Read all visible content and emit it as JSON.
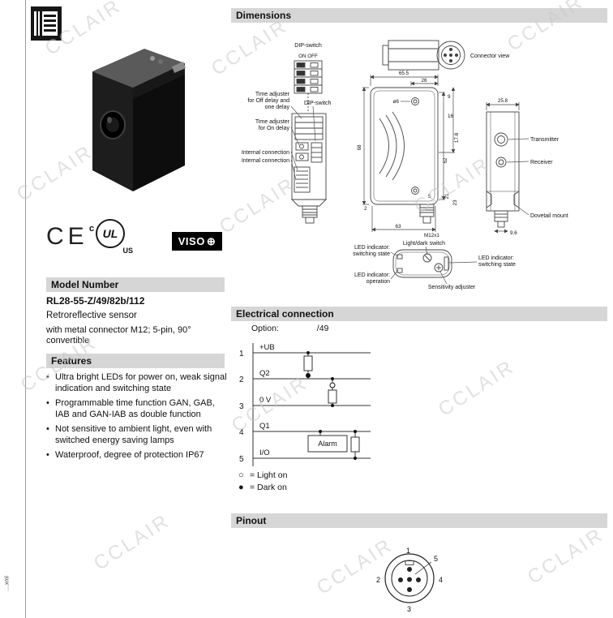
{
  "watermark": "CCLAIR",
  "page": {
    "side_text": "....xml"
  },
  "branding": {
    "ce": "CE",
    "ul": "UL",
    "ul_c": "c",
    "ul_us": "US",
    "visolux": "VISO",
    "visolux_plus": "⊕"
  },
  "model": {
    "header": "Model Number",
    "code": "RL28-55-Z/49/82b/112",
    "type": "Retroreflective sensor",
    "description": "with metal connector M12; 5-pin, 90° convertible"
  },
  "features": {
    "header": "Features",
    "bullet": "•",
    "items": [
      "Ultra bright LEDs for power on, weak signal indication and switching state",
      "Programmable time function GAN, GAB, IAB and GAN-IAB as double function",
      "Not sensitive to ambient light, even with switched energy saving lamps",
      "Waterproof, degree of protection IP67"
    ]
  },
  "dimensions": {
    "header": "Dimensions",
    "labels": {
      "dip_switch": "DIP-switch",
      "on_off": "ON OFF",
      "connector_view": "Connector view",
      "time_adjuster_off_1": "Time adjuster",
      "time_adjuster_off_2": "for Off delay and",
      "time_adjuster_off_3": "one delay",
      "dip_switch_2": "DIP-switch",
      "time_adjuster_on_1": "Time adjuster",
      "time_adjuster_on_2": "for On delay",
      "internal_connection_1": "Internal connection",
      "internal_connection_2": "Internal connection",
      "transmitter": "Transmitter",
      "receiver": "Receiver",
      "dovetail_mount": "Dovetail mount",
      "led_switching_1a": "LED indicator:",
      "led_switching_1b": "switching state",
      "light_dark_switch": "Light/dark switch",
      "led_switching_2a": "LED indicator:",
      "led_switching_2b": "switching state",
      "led_operation_a": "LED indicator:",
      "led_operation_b": "operation",
      "sensitivity_adjuster": "Sensitivity adjuster",
      "m12": "M12x1"
    },
    "values": {
      "width_total": "65.5",
      "width_26": "26",
      "hole": "ø6",
      "depth": "25.8",
      "height_68": "68",
      "height_62": "62",
      "d178": "17.8",
      "d9": "9",
      "d16": "16",
      "d5": "5",
      "d21": "21",
      "d23": "23",
      "d2": "2",
      "d63": "63",
      "d96": "9.6"
    }
  },
  "electrical": {
    "header": "Electrical connection",
    "option_label": "Option:",
    "option_value": "/49",
    "pins": [
      {
        "num": "1",
        "label": "+UB"
      },
      {
        "num": "2",
        "label": "Q2"
      },
      {
        "num": "3",
        "label": "0 V"
      },
      {
        "num": "4",
        "label": "Q1"
      },
      {
        "num": "5",
        "label": "I/O"
      }
    ],
    "alarm": "Alarm",
    "legend": [
      {
        "symbol": "○",
        "text": "= Light on"
      },
      {
        "symbol": "●",
        "text": "= Dark on"
      }
    ]
  },
  "pinout": {
    "header": "Pinout",
    "pins": [
      "1",
      "2",
      "3",
      "4",
      "5"
    ]
  }
}
